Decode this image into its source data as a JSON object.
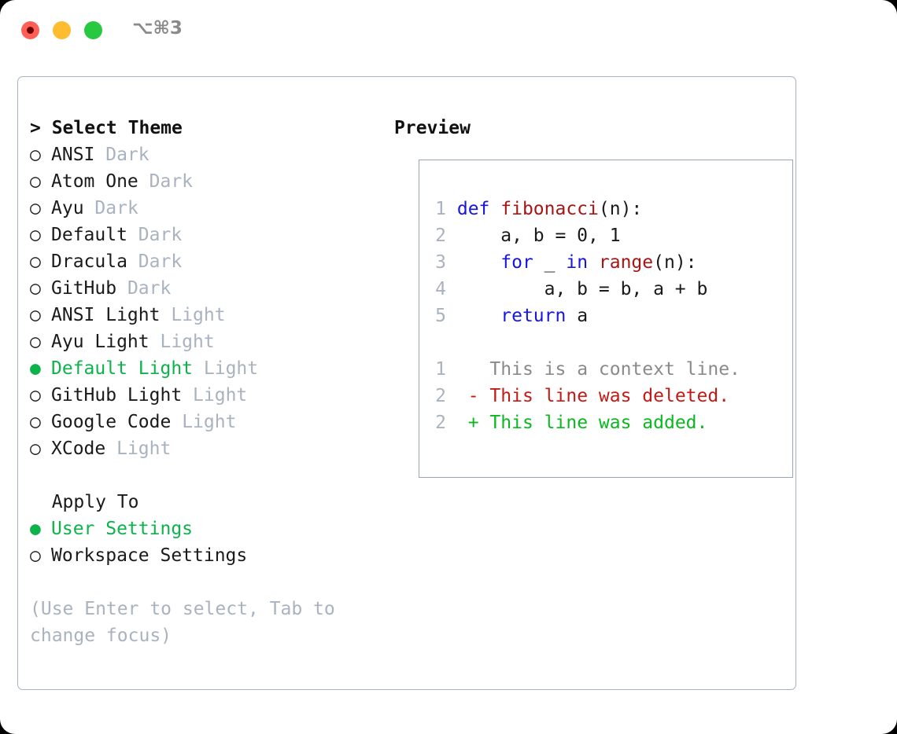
{
  "window": {
    "shortcut": "⌥⌘3",
    "traffic_lights": [
      {
        "name": "close",
        "color": "#ff5f57"
      },
      {
        "name": "minimize",
        "color": "#febc2e"
      },
      {
        "name": "maximize",
        "color": "#28c840"
      }
    ]
  },
  "theme_panel": {
    "header": "> Select Theme",
    "items": [
      {
        "marker": "○",
        "name": "ANSI",
        "category": "Dark",
        "selected": false
      },
      {
        "marker": "○",
        "name": "Atom One",
        "category": "Dark",
        "selected": false
      },
      {
        "marker": "○",
        "name": "Ayu",
        "category": "Dark",
        "selected": false
      },
      {
        "marker": "○",
        "name": "Default",
        "category": "Dark",
        "selected": false
      },
      {
        "marker": "○",
        "name": "Dracula",
        "category": "Dark",
        "selected": false
      },
      {
        "marker": "○",
        "name": "GitHub",
        "category": "Dark",
        "selected": false
      },
      {
        "marker": "○",
        "name": "ANSI Light",
        "category": "Light",
        "selected": false
      },
      {
        "marker": "○",
        "name": "Ayu Light",
        "category": "Light",
        "selected": false
      },
      {
        "marker": "●",
        "name": "Default Light",
        "category": "Light",
        "selected": true
      },
      {
        "marker": "○",
        "name": "GitHub Light",
        "category": "Light",
        "selected": false
      },
      {
        "marker": "○",
        "name": "Google Code",
        "category": "Light",
        "selected": false
      },
      {
        "marker": "○",
        "name": "XCode",
        "category": "Light",
        "selected": false
      }
    ]
  },
  "apply_to": {
    "header": "  Apply To",
    "items": [
      {
        "marker": "●",
        "name": "User Settings",
        "selected": true
      },
      {
        "marker": "○",
        "name": "Workspace Settings",
        "selected": false
      }
    ]
  },
  "hint": "(Use Enter to select, Tab to change focus)",
  "preview": {
    "header": "Preview",
    "code_lines": [
      {
        "lineno": "1",
        "tokens": [
          {
            "text": "def ",
            "type": "kw"
          },
          {
            "text": "fibonacci",
            "type": "fn"
          },
          {
            "text": "(n):",
            "type": "plain"
          }
        ]
      },
      {
        "lineno": "2",
        "tokens": [
          {
            "text": "    a, b = 0, 1",
            "type": "plain"
          }
        ]
      },
      {
        "lineno": "3",
        "tokens": [
          {
            "text": "    ",
            "type": "plain"
          },
          {
            "text": "for",
            "type": "kw"
          },
          {
            "text": " _ ",
            "type": "plain"
          },
          {
            "text": "in ",
            "type": "kw"
          },
          {
            "text": "range",
            "type": "fn"
          },
          {
            "text": "(n):",
            "type": "plain"
          }
        ]
      },
      {
        "lineno": "4",
        "tokens": [
          {
            "text": "        a, b = b, a + b",
            "type": "plain"
          }
        ]
      },
      {
        "lineno": "5",
        "tokens": [
          {
            "text": "    ",
            "type": "plain"
          },
          {
            "text": "return",
            "type": "kw"
          },
          {
            "text": " a",
            "type": "plain"
          }
        ]
      }
    ],
    "diff_lines": [
      {
        "lineno": "1",
        "sign": " ",
        "text": "This is a context line.",
        "type": "context"
      },
      {
        "lineno": "2",
        "sign": "-",
        "text": "This line was deleted.",
        "type": "deleted"
      },
      {
        "lineno": "2",
        "sign": "+",
        "text": "This line was added.",
        "type": "added"
      }
    ]
  },
  "colors": {
    "accent_green": "#0cb34a",
    "muted_gray": "#a9b3c0",
    "keyword_blue": "#1616dd",
    "function_red": "#a81515",
    "diff_deleted": "#c41a16",
    "diff_added": "#0ab81f",
    "border": "#a9b3c0"
  }
}
